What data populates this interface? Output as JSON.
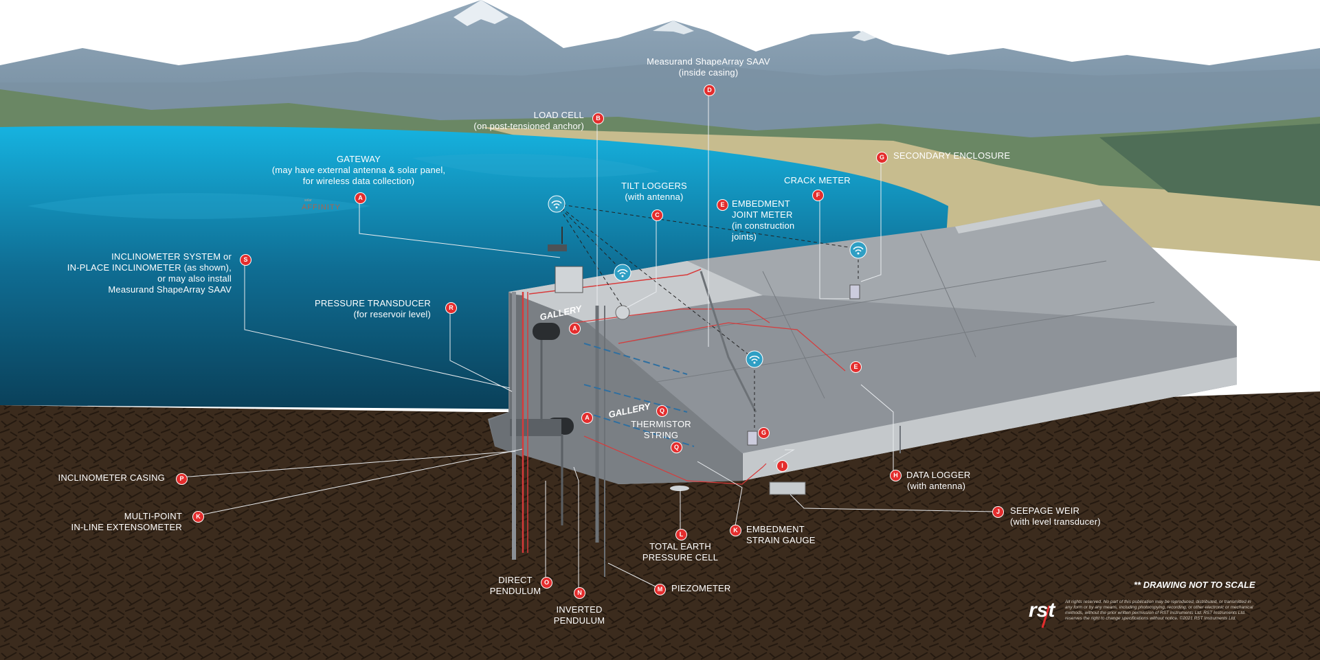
{
  "partner_logo": {
    "small": "solar",
    "name": "AFFINITY"
  },
  "gallery_labels": [
    "GALLERY",
    "GALLERY"
  ],
  "labels": {
    "A": {
      "letter": "A",
      "lines": [
        "GATEWAY",
        "(may have external antenna & solar panel,",
        "for wireless data collection)"
      ]
    },
    "B": {
      "letter": "B",
      "lines": [
        "LOAD CELL",
        "(on post-tensioned anchor)"
      ]
    },
    "C": {
      "letter": "C",
      "lines": [
        "TILT LOGGERS",
        "(with antenna)"
      ]
    },
    "D": {
      "letter": "D",
      "lines": [
        "Measurand ShapeArray SAAV",
        "(inside casing)"
      ]
    },
    "E": {
      "letter": "E",
      "lines": [
        "EMBEDMENT",
        "JOINT METER",
        "(in construction",
        "joints)"
      ]
    },
    "F": {
      "letter": "F",
      "lines": [
        "CRACK METER"
      ]
    },
    "G": {
      "letter": "G",
      "lines": [
        "SECONDARY ENCLOSURE"
      ]
    },
    "H": {
      "letter": "H",
      "lines": [
        "DATA LOGGER",
        "(with antenna)"
      ]
    },
    "I": {
      "letter": "I"
    },
    "J": {
      "letter": "J",
      "lines": [
        "SEEPAGE WEIR",
        "(with level transducer)"
      ]
    },
    "K1": {
      "letter": "K",
      "lines": [
        "MULTI-POINT",
        "IN-LINE EXTENSOMETER"
      ]
    },
    "K2": {
      "letter": "K",
      "lines": [
        "EMBEDMENT",
        "STRAIN GAUGE"
      ]
    },
    "L": {
      "letter": "L",
      "lines": [
        "TOTAL EARTH",
        "PRESSURE CELL"
      ]
    },
    "M": {
      "letter": "M",
      "lines": [
        "PIEZOMETER"
      ]
    },
    "N": {
      "letter": "N",
      "lines": [
        "INVERTED",
        "PENDULUM"
      ]
    },
    "O": {
      "letter": "O",
      "lines": [
        "DIRECT",
        "PENDULUM"
      ]
    },
    "P": {
      "letter": "P",
      "lines": [
        "INCLINOMETER CASING"
      ]
    },
    "Q1": {
      "letter": "Q"
    },
    "Q2": {
      "letter": "Q",
      "lines": [
        "THERMISTOR",
        "STRING"
      ]
    },
    "R": {
      "letter": "R",
      "lines": [
        "PRESSURE TRANSDUCER",
        "(for reservoir level)"
      ]
    },
    "S": {
      "letter": "S",
      "lines": [
        "INCLINOMETER SYSTEM or",
        "IN-PLACE INCLINOMETER (as shown),",
        "or may also install",
        "Measurand ShapeArray SAAV"
      ]
    },
    "A2": {
      "letter": "A"
    },
    "A3": {
      "letter": "A"
    },
    "E2": {
      "letter": "E"
    },
    "G2": {
      "letter": "G"
    }
  },
  "footer": {
    "scale_note": "** DRAWING NOT TO SCALE",
    "logo": "rst",
    "copyright": "All rights reserved. No part of this publication may be reproduced, distributed, or transmitted in any form or by any means, including photocopying, recording, or other electronic or mechanical methods, without the prior written permission of RST Instruments Ltd. RST Instruments Ltd. reserves the right to change specifications without notice. ©2021 RST Instruments Ltd."
  },
  "colors": {
    "sky": "#ffffff",
    "mountains": "#7d93a6",
    "hills": "#6f8a6a",
    "reservoir": "#1a8fb8",
    "ground": "#3a2a1c",
    "concrete": "#9aa0a5",
    "badge": "#e42d2d",
    "cable": "#d83a3a",
    "wifi": "#2f9fc4"
  }
}
